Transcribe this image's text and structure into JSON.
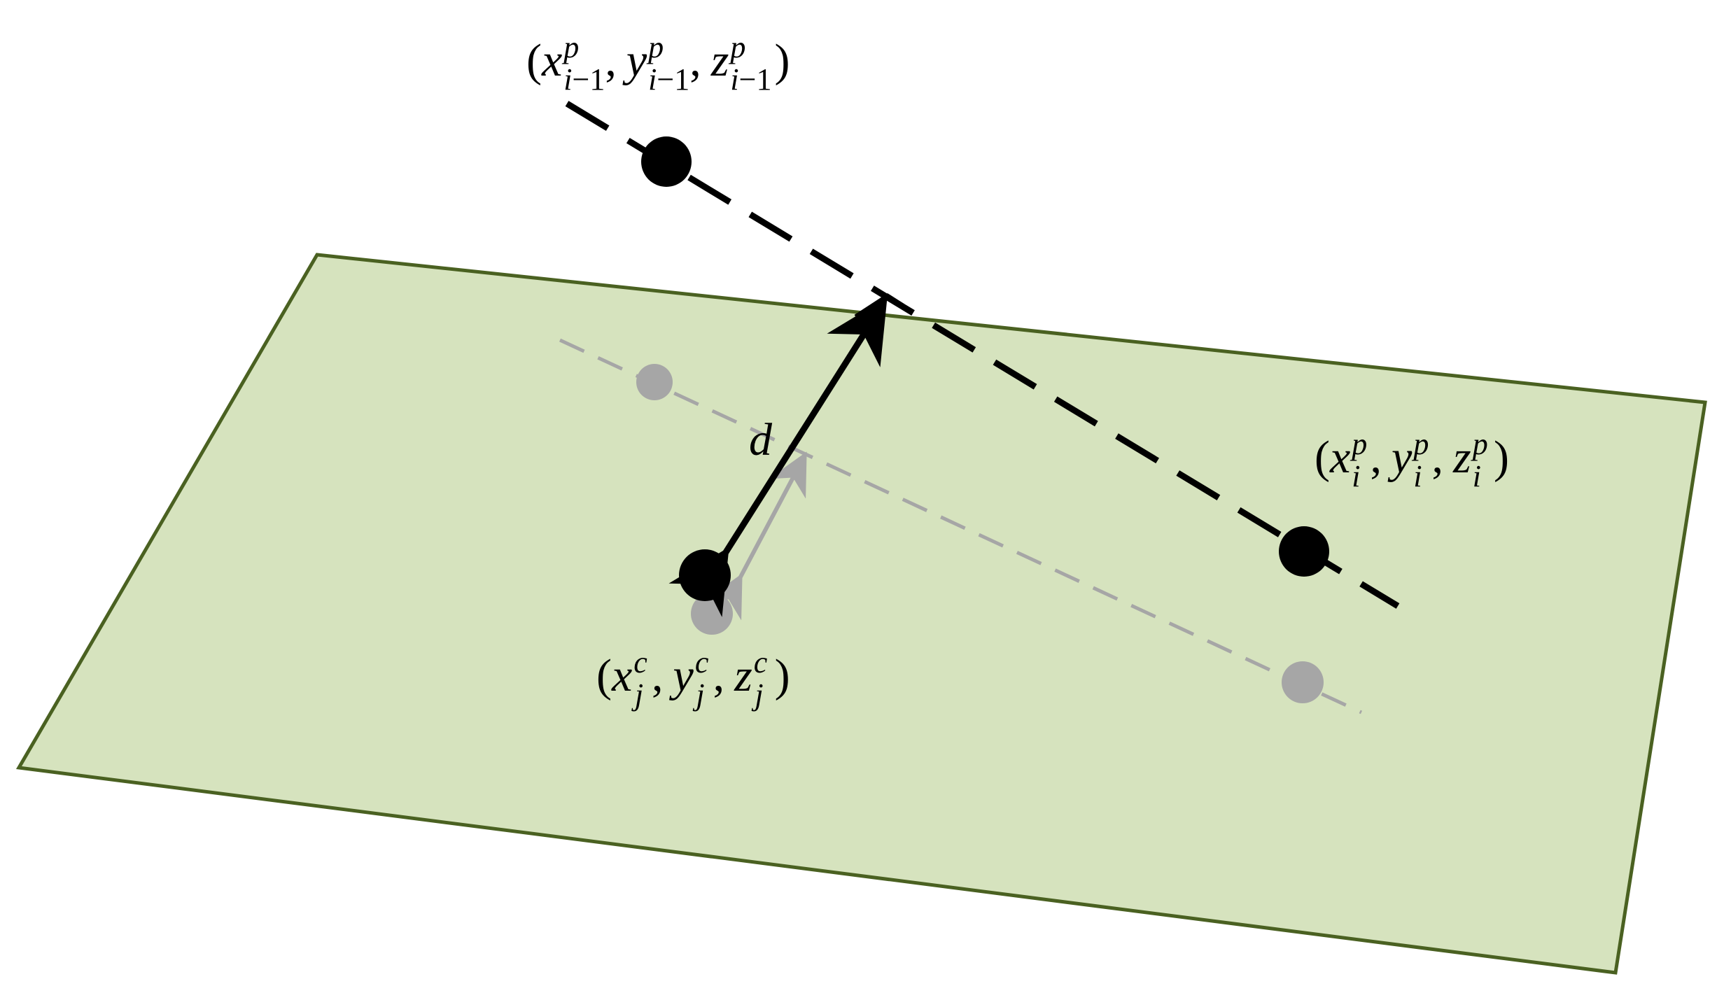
{
  "colors": {
    "plane_fill": "#d6e3be",
    "plane_stroke": "#4a6121",
    "ink": "#000000",
    "projection": "#a6a6a6"
  },
  "labels": {
    "p_prev": {
      "open": "(",
      "x": "x",
      "y": "y",
      "z": "z",
      "sup": "p",
      "sub_i": "i",
      "sub_minus": "−1",
      "comma": ",",
      "close": ")"
    },
    "p_curr": {
      "open": "(",
      "x": "x",
      "y": "y",
      "z": "z",
      "sup": "p",
      "sub_i": "i",
      "comma": ",",
      "close": ")"
    },
    "c_point": {
      "open": "(",
      "x": "x",
      "y": "y",
      "z": "z",
      "sup": "c",
      "sub_j": "j",
      "comma": ",",
      "close": ")"
    },
    "distance": "d"
  }
}
